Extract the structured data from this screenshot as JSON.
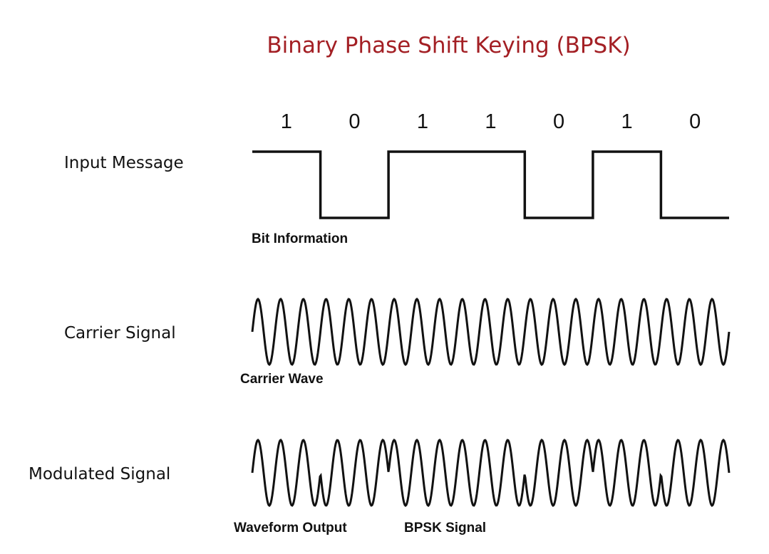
{
  "title": "Binary Phase Shift Keying (BPSK)",
  "rows": {
    "input_label": "Input Message",
    "carrier_label": "Carrier Signal",
    "modulated_label": "Modulated Signal"
  },
  "captions": {
    "bit_information": "Bit Information",
    "carrier_wave": "Carrier Wave",
    "waveform_output": "Waveform Output",
    "bpsk_signal": "BPSK Signal"
  },
  "bits": [
    "1",
    "0",
    "1",
    "1",
    "0",
    "1",
    "0"
  ],
  "colors": {
    "title": "#a31f24",
    "stroke": "#111111"
  }
}
